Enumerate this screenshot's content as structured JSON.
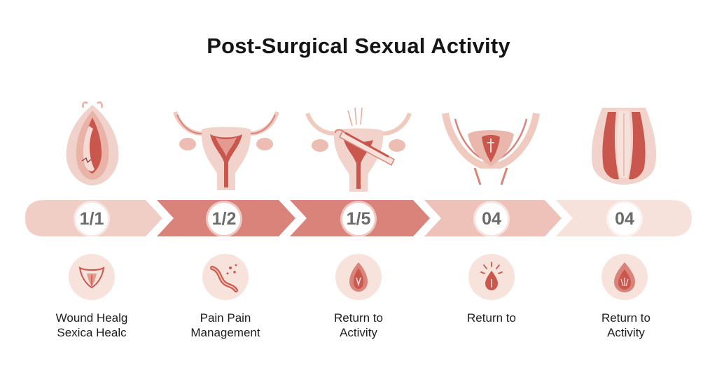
{
  "title": "Post-Surgical Sexual Activity",
  "colors": {
    "segment_1": "#f0cdc5",
    "segment_2": "#d9837a",
    "segment_3": "#d9837a",
    "segment_4": "#eec2b9",
    "segment_5": "#f6e1db",
    "accent": "#c44b43",
    "icon_bg": "#f7e3dc"
  },
  "steps": [
    {
      "illustration": "anatomy-illustration-1",
      "badge": "1/1",
      "icon": "pelvis-icon",
      "label_lines": [
        "Wound Healg",
        "Sexica Healc"
      ]
    },
    {
      "illustration": "uterus-illustration",
      "badge": "1/2",
      "icon": "wave-pain-icon",
      "label_lines": [
        "Pain Pain",
        "Management"
      ]
    },
    {
      "illustration": "uterus-surgical-tool-illustration",
      "badge": "1/5",
      "icon": "organ-icon",
      "label_lines": [
        "Return to",
        "Activity"
      ]
    },
    {
      "illustration": "pelvic-anatomy-illustration",
      "badge": "04",
      "icon": "drop-icon",
      "label_lines": [
        "Return to"
      ]
    },
    {
      "illustration": "anatomy-illustration-5",
      "badge": "04",
      "icon": "organ-icon-2",
      "label_lines": [
        "Return to",
        "Activity"
      ]
    }
  ]
}
